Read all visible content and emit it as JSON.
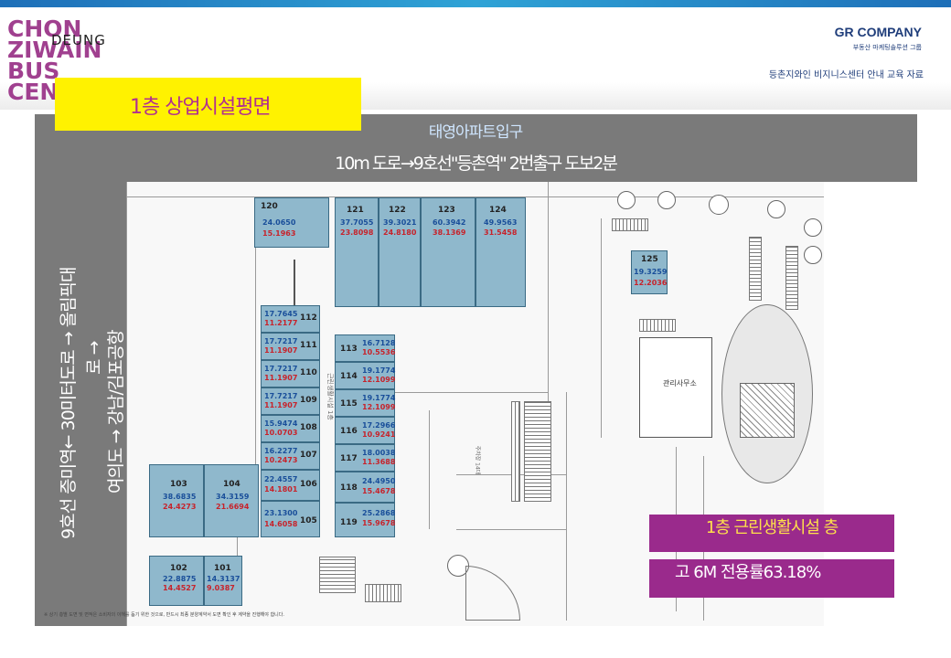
{
  "header": {
    "logo_lines": [
      "CHON",
      "ZIWAIN",
      "BUS",
      "CENTER"
    ],
    "logo_sub": "DEUNG",
    "company_name": "GR COMPANY",
    "company_sub": "부동산 마케팅솔루션 그룹",
    "center_label": "등촌지와인 비지니스센터 안내 교육 자료",
    "page_title": "1층 상업시설평면"
  },
  "plan_labels": {
    "top_line1": "태영아파트입구",
    "top_line2": "10m 도로→9호선\"등촌역\" 2번출구 도보2분",
    "side_line1": "9호선 증미역← 30미터도로 → 올림픽대",
    "side_line2": "로 →",
    "side_line3": "여의도 → 강남/김포공항"
  },
  "units": [
    {
      "num": "120",
      "area": "24.0650",
      "net": "15.1963"
    },
    {
      "num": "121",
      "area": "37.7055",
      "net": "23.8098"
    },
    {
      "num": "122",
      "area": "39.3021",
      "net": "24.8180"
    },
    {
      "num": "123",
      "area": "60.3942",
      "net": "38.1369"
    },
    {
      "num": "124",
      "area": "49.9563",
      "net": "31.5458"
    },
    {
      "num": "125",
      "area": "19.3259",
      "net": "12.2036"
    },
    {
      "num": "112",
      "area": "17.7645",
      "net": "11.2177"
    },
    {
      "num": "111",
      "area": "17.7217",
      "net": "11.1907"
    },
    {
      "num": "110",
      "area": "17.7217",
      "net": "11.1907"
    },
    {
      "num": "109",
      "area": "17.7217",
      "net": "11.1907"
    },
    {
      "num": "108",
      "area": "15.9474",
      "net": "10.0703"
    },
    {
      "num": "107",
      "area": "16.2277",
      "net": "10.2473"
    },
    {
      "num": "106",
      "area": "22.4557",
      "net": "14.1801"
    },
    {
      "num": "105",
      "area": "23.1300",
      "net": "14.6058"
    },
    {
      "num": "113",
      "area": "16.7128",
      "net": "10.5536"
    },
    {
      "num": "114",
      "area": "19.1774",
      "net": "12.1099"
    },
    {
      "num": "115",
      "area": "19.1774",
      "net": "12.1099"
    },
    {
      "num": "116",
      "area": "17.2966",
      "net": "10.9241"
    },
    {
      "num": "117",
      "area": "18.0038",
      "net": "11.3688"
    },
    {
      "num": "118",
      "area": "24.4950",
      "net": "15.4678"
    },
    {
      "num": "119",
      "area": "25.2868",
      "net": "15.9678"
    },
    {
      "num": "103",
      "area": "38.6835",
      "net": "24.4273"
    },
    {
      "num": "104",
      "area": "34.3159",
      "net": "21.6694"
    },
    {
      "num": "102",
      "area": "22.8875",
      "net": "14.4527"
    },
    {
      "num": "101",
      "area": "14.3137",
      "net": "9.0387"
    }
  ],
  "plan_text": {
    "office": "관리사무소",
    "parking": "주차장 14대",
    "wall_label": "근린생활시설 1층"
  },
  "badges": {
    "line1": "1층 근린생활시설 층",
    "line2": "고 6M 전용률63.18%"
  },
  "footnote": "※ 상기 층별 도면 및 면적은 소비자의 이해를 돕기 위한 것으로, 반드시 최종 분양계약서 도면 확인 후 계약을 진행해야 합니다."
}
